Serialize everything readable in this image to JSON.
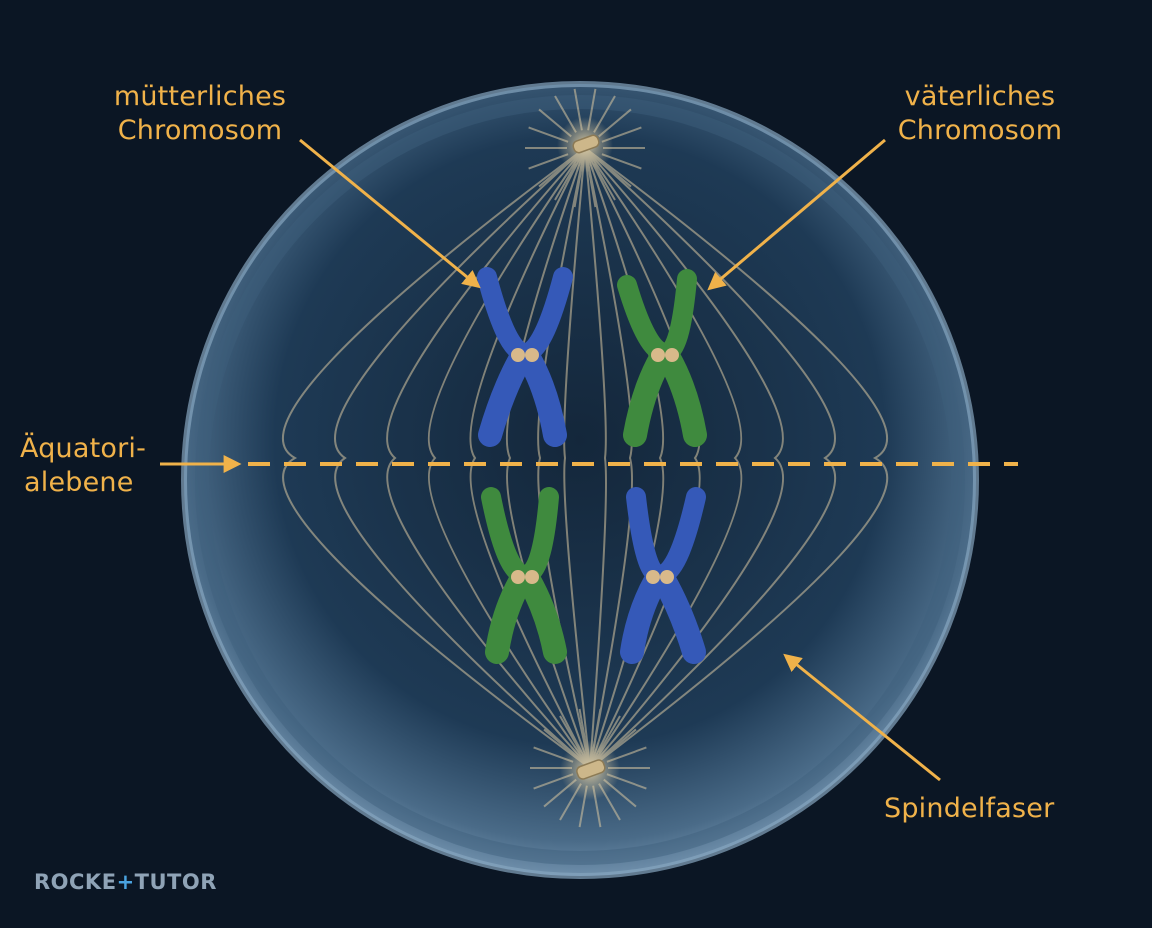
{
  "labels": {
    "maternal_line1": "mütterliches",
    "maternal_line2": "Chromosom",
    "paternal_line1": "väterliches",
    "paternal_line2": "Chromosom",
    "equator_line1": "Äquatori-",
    "equator_line2": "alebene",
    "spindle": "Spindelfaser"
  },
  "logo": {
    "part1": "ROCKE",
    "plus": "+",
    "part2": "TUTOR"
  },
  "colors": {
    "background": "#0b1624",
    "annotation": "#f0b24a",
    "maternal_chromosome": "#3559b8",
    "paternal_chromosome": "#3f8a3e",
    "spindle_fiber": "#d8c7a2",
    "cell_membrane": "#5c7d99"
  }
}
